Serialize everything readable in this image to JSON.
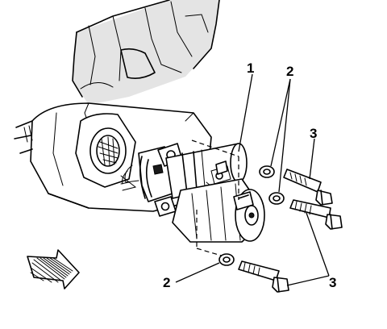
{
  "callouts": {
    "starter": "1",
    "washers_upper": "2",
    "bolts_upper": "3",
    "washer_lower": "2",
    "bolts_lower": "3"
  },
  "icons": {
    "direction_arrow": "front-direction-arrow-icon"
  },
  "colors": {
    "line": "#000000",
    "shade": "#e4e4e4",
    "background": "#ffffff"
  }
}
